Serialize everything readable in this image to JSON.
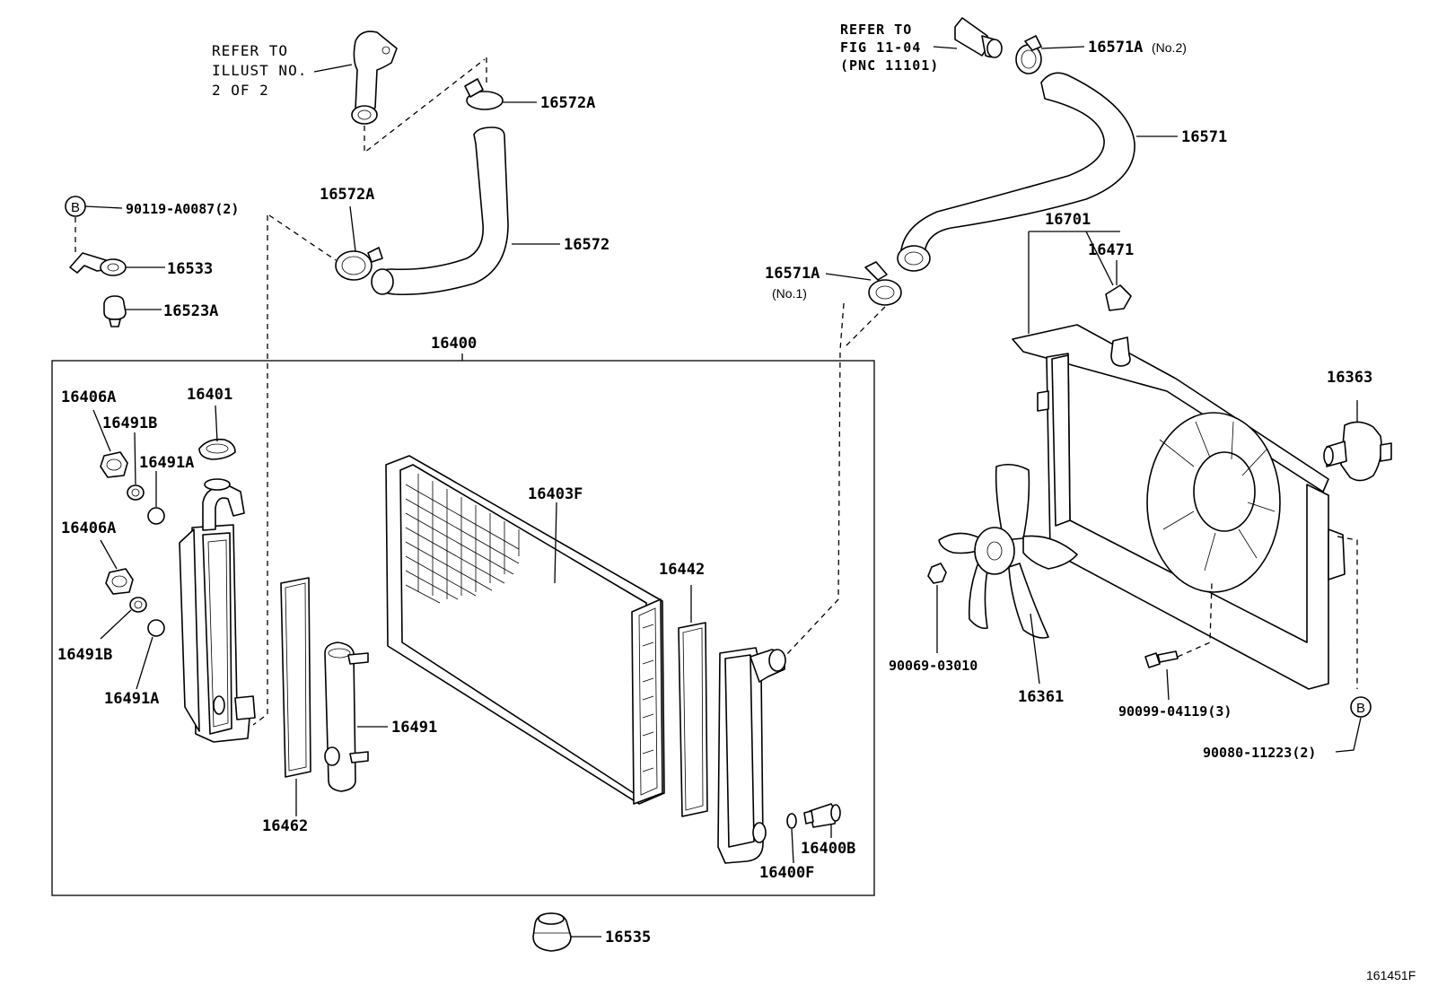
{
  "diagram_id": "161451F",
  "notes": {
    "refer_illust": [
      "REFER TO",
      "ILLUST NO.",
      "2 OF 2"
    ],
    "refer_fig": [
      "REFER TO",
      "FIG 11-04",
      "(PNC 11101)"
    ]
  },
  "markers": {
    "b": "B"
  },
  "parts": {
    "p16400": "16400",
    "p16401": "16401",
    "p16406A_1": "16406A",
    "p16406A_2": "16406A",
    "p16491B_1": "16491B",
    "p16491B_2": "16491B",
    "p16491A_1": "16491A",
    "p16491A_2": "16491A",
    "p16403F": "16403F",
    "p16442": "16442",
    "p16491": "16491",
    "p16462": "16462",
    "p16400B": "16400B",
    "p16400F": "16400F",
    "p16535": "16535",
    "p90119": "90119-A0087(2)",
    "p16533": "16533",
    "p16523A": "16523A",
    "p16572A_1": "16572A",
    "p16572A_2": "16572A",
    "p16572": "16572",
    "p16571A_2": "16571A",
    "p16571A_2_suffix": "(No.2)",
    "p16571": "16571",
    "p16571A_1": "16571A",
    "p16571A_1_suffix": "(No.1)",
    "p16701": "16701",
    "p16471": "16471",
    "p16363": "16363",
    "p90069": "90069-03010",
    "p16361": "16361",
    "p90099": "90099-04119(3)",
    "p90080": "90080-11223(2)"
  }
}
